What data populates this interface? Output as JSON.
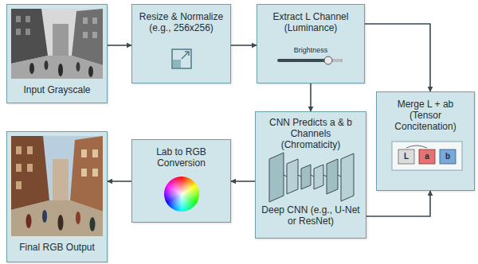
{
  "diagram": {
    "nodes": [
      {
        "text": [
          "Input Grayscale"
        ]
      },
      {
        "text": [
          "Resize & Normalize (e.g., 256x256)"
        ]
      },
      {
        "text": [
          "Extract L Channel (Luminance)"
        ]
      },
      {
        "text": [
          "Merge L + ab (Tensor Concitenation)"
        ]
      },
      {
        "text": [
          "CNN Predicts a & b Channels (Chromaticity)",
          "Deep CNN (e.g., U-Net or ResNet)"
        ]
      },
      {
        "text": [
          "Lab to RGB Conversion"
        ]
      },
      {
        "text": [
          "Final RGB Output"
        ]
      }
    ],
    "edges": [
      {
        "from": 0,
        "to": 1,
        "arrow": "to"
      },
      {
        "from": 1,
        "to": 2,
        "arrow": "to"
      },
      {
        "from": 2,
        "to": 3,
        "arrow": "to"
      },
      {
        "from": 2,
        "to": 4,
        "arrow": "to"
      },
      {
        "from": 4,
        "to": 3,
        "arrow": "to"
      },
      {
        "from": 4,
        "to": 5,
        "arrow": "to"
      },
      {
        "from": 5,
        "to": 6,
        "arrow": "to"
      }
    ],
    "labels": [
      "Brightness",
      "L",
      "a",
      "b"
    ]
  }
}
